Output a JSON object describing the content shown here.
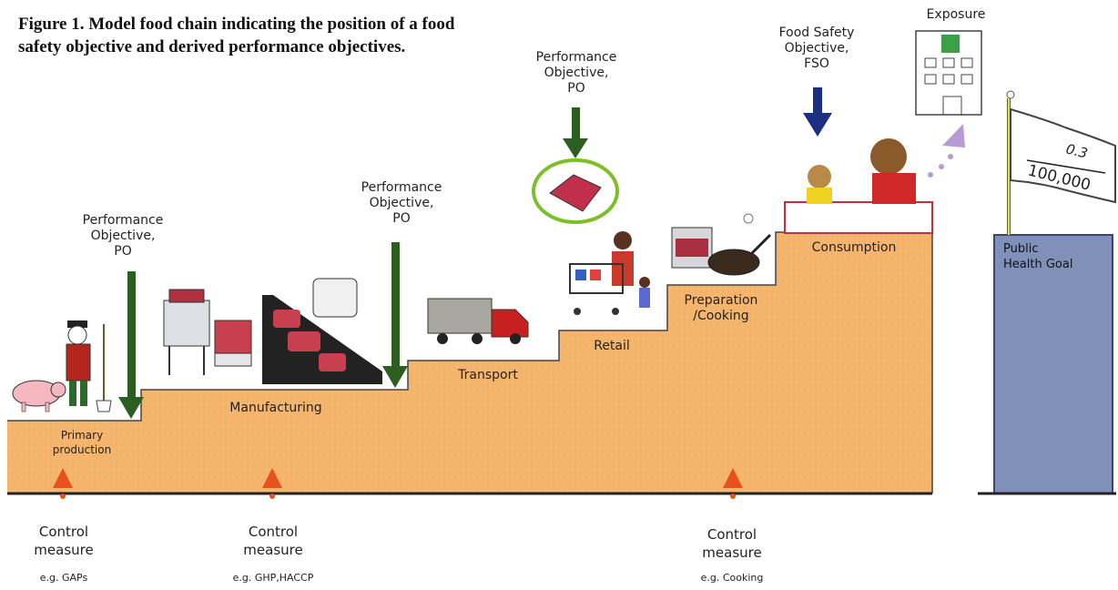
{
  "title": "Figure 1. Model food chain indicating the position of a food safety objective and derived performance objectives.",
  "objectives": {
    "po_primary": "Performance\nObjective,\nPO",
    "po_manufacturing": "Performance\nObjective,\nPO",
    "po_retail": "Performance\nObjective,\nPO",
    "fso": "Food Safety\nObjective,\nFSO"
  },
  "stages": {
    "primary": "Primary\nproduction",
    "manufacturing": "Manufacturing",
    "transport": "Transport",
    "retail": "Retail",
    "preparation": "Preparation\n/Cooking",
    "consumption": "Consumption"
  },
  "exposure": "Exposure",
  "public_health_goal": "Public\nHealth Goal",
  "flag": {
    "numerator": "0.3",
    "denominator": "100,000"
  },
  "control_measures": [
    {
      "label": "Control\nmeasure",
      "example": "e.g. GAPs"
    },
    {
      "label": "Control\nmeasure",
      "example": "e.g. GHP,HACCP"
    },
    {
      "label": "Control\nmeasure",
      "example": "e.g. Cooking"
    }
  ],
  "colors": {
    "staircase": "#f6b56c",
    "po_arrow": "#2c5e22",
    "fso_arrow": "#1d2f80",
    "exposure_arrow": "#b79ad6",
    "control_arrow": "#e8501e",
    "goal_bar": "#7f8fb8"
  },
  "icons": [
    "pig-icon",
    "farmer-icon",
    "meat-grinder-icon",
    "conveyor-icon",
    "truck-icon",
    "meat-cut-icon",
    "shopper-icon",
    "cooking-pan-icon",
    "diners-icon",
    "hospital-icon",
    "flag-icon"
  ]
}
